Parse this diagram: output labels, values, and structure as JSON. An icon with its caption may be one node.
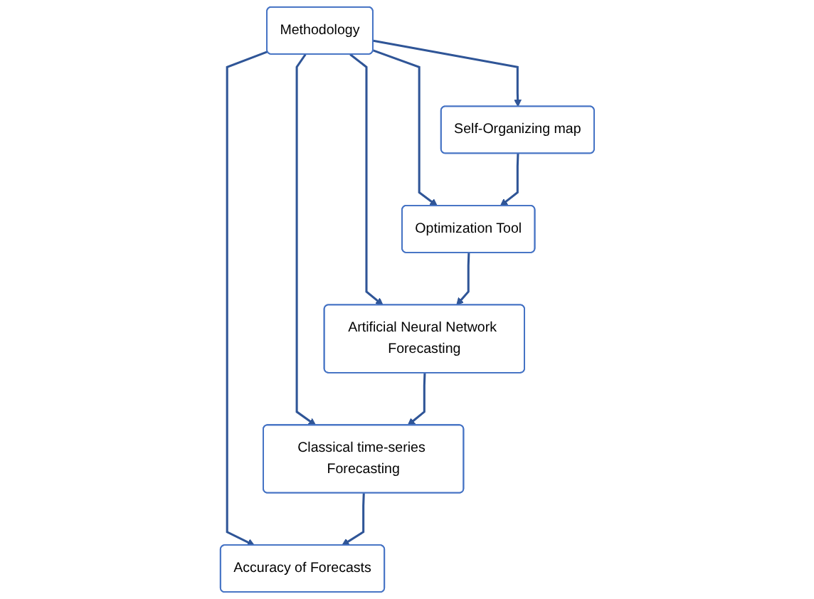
{
  "diagram": {
    "nodes": [
      {
        "text": [
          "Methodology"
        ]
      },
      {
        "text": [
          "Self-Organizing map"
        ]
      },
      {
        "text": [
          "Optimization Tool"
        ]
      },
      {
        "text": [
          "Artificial Neural Network Forecasting"
        ]
      },
      {
        "text": [
          "Classical time-series Forecasting"
        ]
      },
      {
        "text": [
          "Accuracy of Forecasts"
        ]
      }
    ],
    "edges": [
      {
        "from": 0,
        "to": 1,
        "arrow": "to"
      },
      {
        "from": 0,
        "to": 2,
        "arrow": "to"
      },
      {
        "from": 0,
        "to": 3,
        "arrow": "to"
      },
      {
        "from": 0,
        "to": 4,
        "arrow": "to"
      },
      {
        "from": 0,
        "to": 5,
        "arrow": "to"
      },
      {
        "from": 1,
        "to": 2,
        "arrow": "to"
      },
      {
        "from": 2,
        "to": 3,
        "arrow": "to"
      },
      {
        "from": 3,
        "to": 4,
        "arrow": "to"
      },
      {
        "from": 4,
        "to": 5,
        "arrow": "to"
      }
    ]
  }
}
